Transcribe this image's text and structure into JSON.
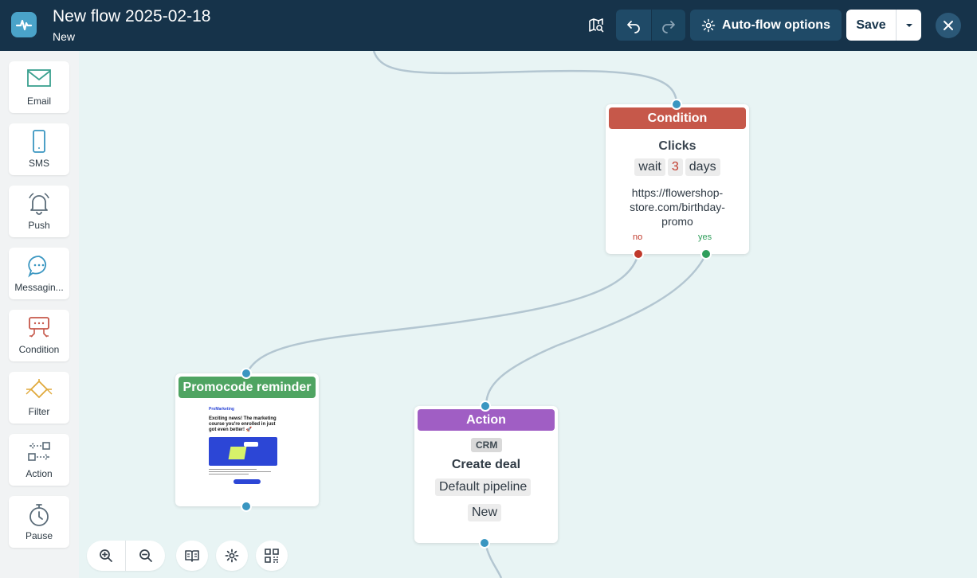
{
  "header": {
    "title": "New flow 2025-02-18",
    "status": "New",
    "options_label": "Auto-flow options",
    "save_label": "Save"
  },
  "sidebar": {
    "items": [
      {
        "label": "Email",
        "icon": "mail-icon"
      },
      {
        "label": "SMS",
        "icon": "phone-icon"
      },
      {
        "label": "Push",
        "icon": "bell-icon"
      },
      {
        "label": "Messagin...",
        "icon": "chat-bubble-icon"
      },
      {
        "label": "Condition",
        "icon": "condition-icon"
      },
      {
        "label": "Filter",
        "icon": "filter-icon"
      },
      {
        "label": "Action",
        "icon": "action-icon"
      },
      {
        "label": "Pause",
        "icon": "stopwatch-icon"
      }
    ]
  },
  "nodes": {
    "condition": {
      "header": "Condition",
      "title": "Clicks",
      "wait_word": "wait",
      "wait_value": "3",
      "wait_unit": "days",
      "url": "https://flowershop-store.com/birthday-promo",
      "no_label": "no",
      "yes_label": "yes"
    },
    "promo": {
      "header": "Promocode reminder",
      "thumb_brand": "ProMarketing",
      "thumb_heading": "Exciting news! The marketing course you're enrolled in just got even better! 🚀"
    },
    "action": {
      "header": "Action",
      "badge": "CRM",
      "title": "Create deal",
      "pipeline": "Default pipeline",
      "stage": "New"
    }
  },
  "colors": {
    "header_bg": "#16334a",
    "canvas_bg": "#e8f4f4",
    "condition": "#c6584a",
    "email_node": "#4fa462",
    "action_node": "#a05ec4",
    "port": "#3a96c1",
    "port_no": "#c0392b",
    "port_yes": "#2f9e5b"
  }
}
